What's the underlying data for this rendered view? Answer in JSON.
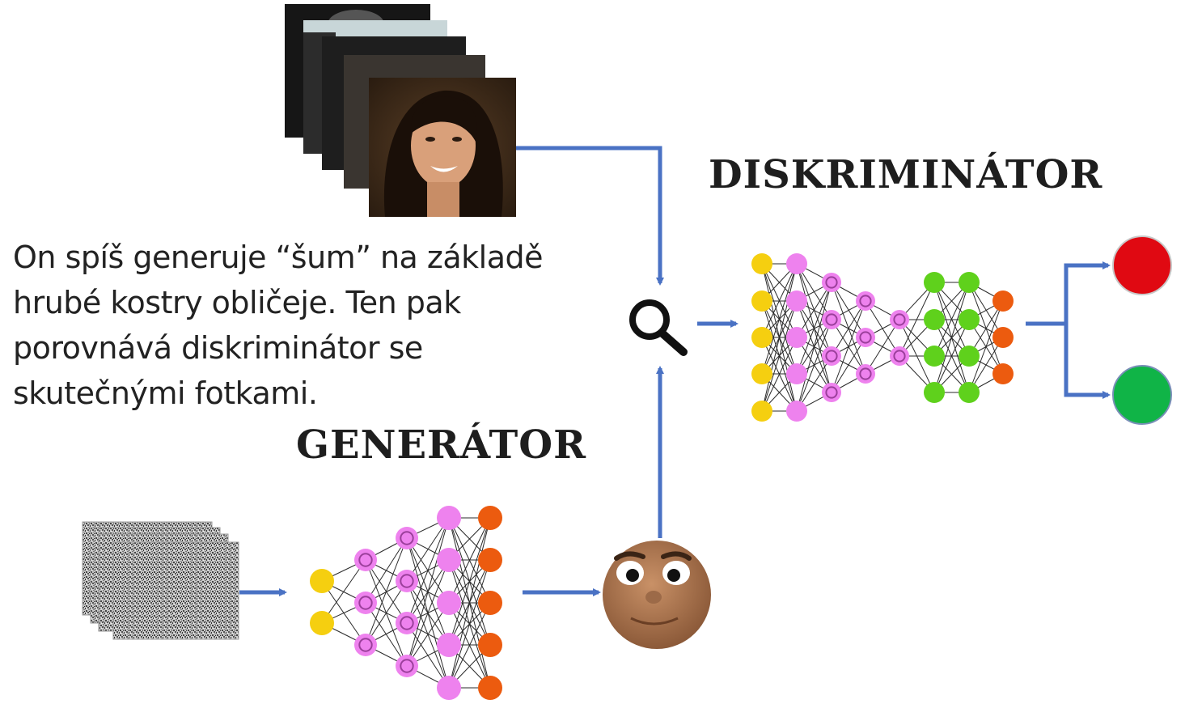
{
  "caption": {
    "lines": [
      "On spíš generuje “šum” na základě",
      "hrubé kostry obličeje. Ten pak",
      "porovnává diskriminátor se",
      "skutečnými fotkami."
    ]
  },
  "discriminator": {
    "title": "DISKRIMINÁTOR"
  },
  "generator": {
    "title": "GENERÁTOR"
  },
  "icons": {
    "real_photos": "face-photo-stack-icon",
    "noise": "noise-image-stack-icon",
    "fake_face": "cartoon-face-icon",
    "compare": "magnifier-icon",
    "output_fake": "red-circle-icon",
    "output_real": "green-circle-icon"
  },
  "colors": {
    "arrow": "#4a72c4",
    "yellow": "#f5cf10",
    "pink": "#ee82ee",
    "pink_ring": "#9b3f9b",
    "green": "#5fd11c",
    "orange": "#ec5b0f",
    "output_red": "#e00912",
    "output_green": "#10b447"
  }
}
